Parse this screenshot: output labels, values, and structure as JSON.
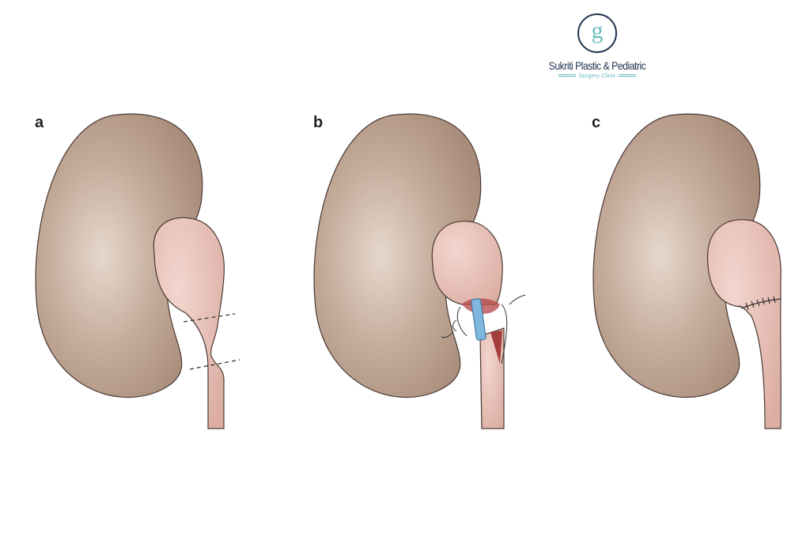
{
  "logo": {
    "monogram": "g",
    "name": "Sukriti Plastic & Pediatric",
    "subtitle": "Surgery Clinic"
  },
  "panels": [
    {
      "label": "a",
      "description_step": "stenosis-marked"
    },
    {
      "label": "b",
      "description_step": "anastomosis-with-stent"
    },
    {
      "label": "c",
      "description_step": "sutured-repair"
    }
  ],
  "colors": {
    "kidney": "#b69a88",
    "pelvis": "#e8c0b6",
    "stent": "#7fb6de",
    "outline": "#4a3a34",
    "logo_navy": "#1f3350",
    "logo_teal": "#6bbcc0"
  }
}
